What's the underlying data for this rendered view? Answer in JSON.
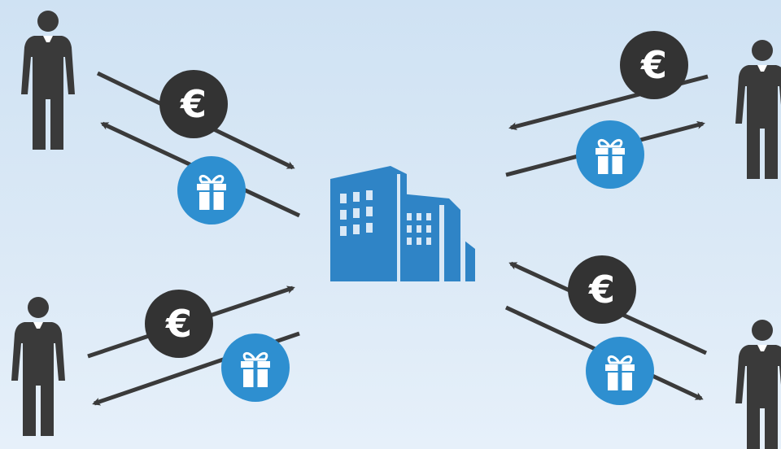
{
  "colors": {
    "background_top": "#cfe2f3",
    "background_bottom": "#e6f0fa",
    "person": "#3a3a3a",
    "arrow": "#3a3a3a",
    "coin": "#333333",
    "gift_badge": "#2e8fd0",
    "building": "#2f84c6"
  },
  "symbols": {
    "currency": "€"
  },
  "diagram": {
    "center": "company-building-icon",
    "participants": [
      {
        "position": "top-left",
        "icon": "businessman-icon"
      },
      {
        "position": "top-right",
        "icon": "businessman-icon"
      },
      {
        "position": "bottom-left",
        "icon": "businessman-icon"
      },
      {
        "position": "bottom-right",
        "icon": "businessman-icon"
      }
    ],
    "exchange": [
      "money-coin-icon",
      "gift-icon"
    ]
  }
}
